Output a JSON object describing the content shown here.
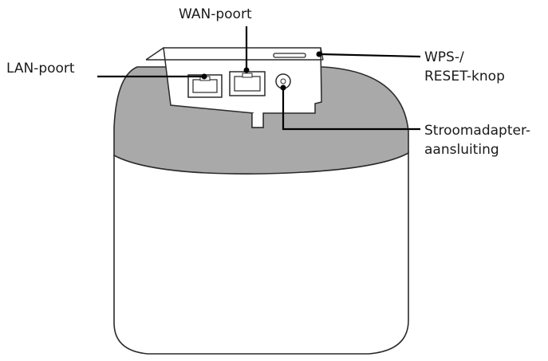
{
  "labels": {
    "wan_port": "WAN-poort",
    "lan_port": "LAN-poort",
    "wps_reset_line1": "WPS-/",
    "wps_reset_line2": "RESET-knop",
    "power_line1": "Stroomadapter-",
    "power_line2": "aansluiting"
  },
  "colors": {
    "outline": "#2a2a2a",
    "band": "#a9a9a9",
    "body": "#ffffff",
    "leader": "#000000"
  }
}
